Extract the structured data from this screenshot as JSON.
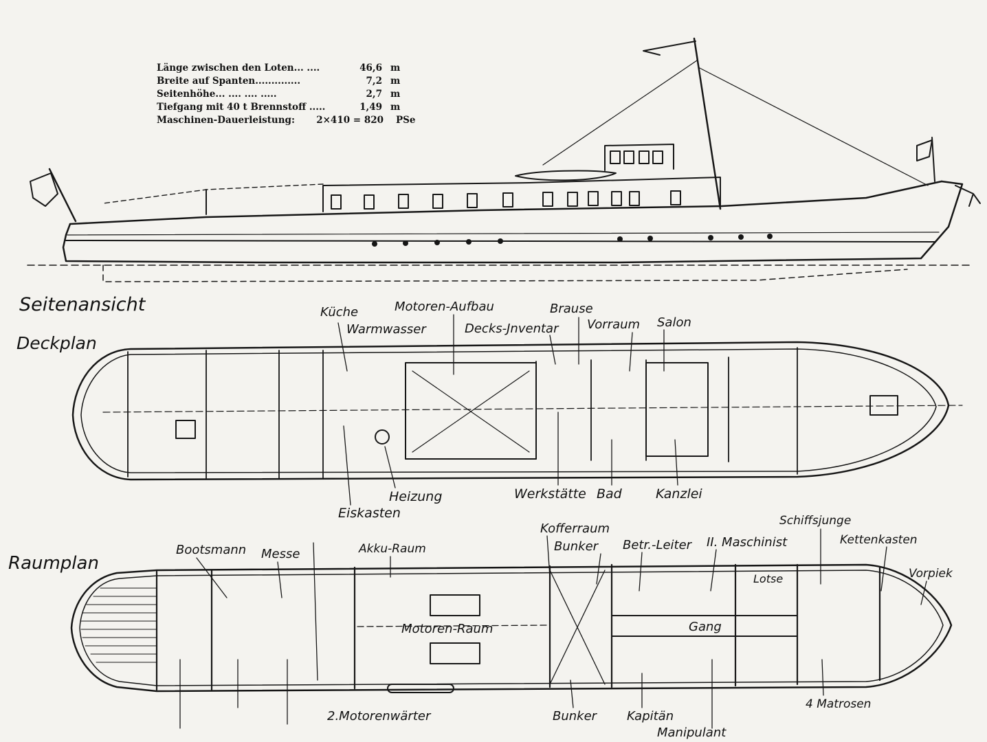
{
  "specs": [
    {
      "label": "Länge zwischen den Loten... ....",
      "value": "46,6",
      "unit": "m"
    },
    {
      "label": "Breite auf Spanten..............",
      "value": "7,2",
      "unit": "m"
    },
    {
      "label": "Seitenhöhe... .... .... .....",
      "value": "2,7",
      "unit": "m"
    },
    {
      "label": "Tiefgang mit 40 t Brennstoff .....",
      "value": "1,49",
      "unit": "m"
    },
    {
      "label": "Maschinen-Dauerleistung:",
      "value": "2×410 = 820",
      "unit": "PSe"
    }
  ],
  "views": {
    "side": "Seitenansicht",
    "deck": "Deckplan",
    "hold": "Raumplan"
  },
  "deck_labels": {
    "kueche": "Küche",
    "warmwasser": "Warmwasser",
    "motoren_aufbau": "Motoren-Aufbau",
    "decks_inventar": "Decks-Jnventar",
    "brause": "Brause",
    "vorraum": "Vorraum",
    "salon": "Salon",
    "heizung": "Heizung",
    "eiskasten": "Eiskasten",
    "werkstaette": "Werkstätte",
    "bad": "Bad",
    "kanzlei": "Kanzlei"
  },
  "hold_labels": {
    "bootsmann": "Bootsmann",
    "messe": "Messe",
    "akku_raum": "Akku-Raum",
    "kofferraum": "Kofferraum",
    "bunker_top": "Bunker",
    "betr_leiter": "Betr.-Leiter",
    "maschinist": "II. Maschinist",
    "schiffsjunge": "Schiffsjunge",
    "kettenkasten": "Kettenkasten",
    "vorpiek": "Vorpiek",
    "lotse": "Lotse",
    "gang": "Gang",
    "motoren_raum": "Motoren-Raum",
    "motorenwaerter": "2.Motorenwärter",
    "bunker_bottom": "Bunker",
    "kapitaen": "Kapitän",
    "manipulant": "Manipulant",
    "matrosen": "4 Matrosen"
  }
}
